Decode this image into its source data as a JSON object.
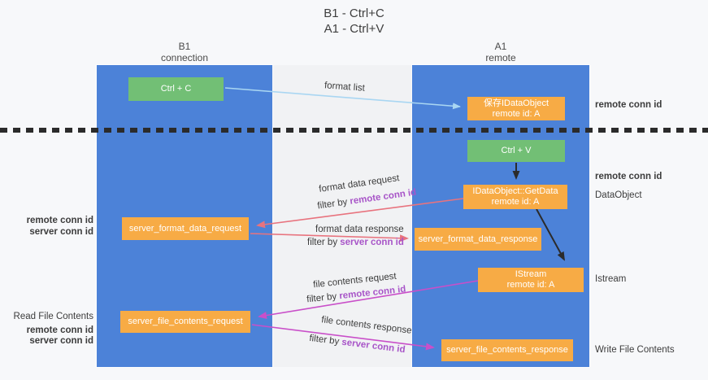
{
  "title": {
    "line1": "B1 - Ctrl+C",
    "line2": "A1 - Ctrl+V"
  },
  "columns": {
    "left": {
      "header_line1": "B1",
      "header_line2": "connection"
    },
    "right": {
      "header_line1": "A1",
      "header_line2": "remote"
    }
  },
  "nodes": {
    "ctrl_c": {
      "label": "Ctrl + C"
    },
    "ctrl_v": {
      "label": "Ctrl + V"
    },
    "save_dataobject": {
      "line1": "保存IDataObject",
      "line2": "remote id: A"
    },
    "getdata": {
      "line1": "IDataObject::GetData",
      "line2": "remote id: A"
    },
    "istream": {
      "line1": "IStream",
      "line2": "remote id: A"
    },
    "format_request": {
      "label": "server_format_data_request"
    },
    "format_response": {
      "label": "server_format_data_response"
    },
    "file_request": {
      "label": "server_file_contents_request"
    },
    "file_response": {
      "label": "server_file_contents_response"
    }
  },
  "flow": {
    "format_list": "format list",
    "format_request_label": "format data request",
    "format_request_filter_prefix": "filter by ",
    "format_request_filter_key": "remote conn id",
    "format_response_label": "format data response",
    "format_response_filter_prefix": "filter by ",
    "format_response_filter_key": "server conn id",
    "file_request_label": "file contents request",
    "file_request_filter_prefix": "filter by ",
    "file_request_filter_key": "remote conn id",
    "file_response_label": "file contents response",
    "file_response_filter_prefix": "filter by ",
    "file_response_filter_key": "server conn id"
  },
  "side_labels": {
    "right_remote_conn_top": "remote conn id",
    "right_remote_conn_mid": "remote conn id",
    "right_dataobject": "DataObject",
    "right_istream": "Istream",
    "right_write_file": "Write File Contents",
    "left_remote_conn_mid": "remote conn id",
    "left_server_conn_mid": "server conn id",
    "left_read_file": "Read File Contents",
    "left_remote_conn_bottom": "remote conn id",
    "left_server_conn_bottom": "server conn id"
  },
  "colors": {
    "column_blue": "#4c82d8",
    "box_orange": "#f7ab45",
    "box_green": "#72bf75",
    "arrow_lightblue": "#a9d6f2",
    "arrow_salmon": "#e8737e",
    "arrow_magenta": "#c94fc9",
    "arrow_black": "#2b2b2b",
    "label_purple": "#a855c8",
    "label_green": "#62ba66",
    "background": "#f7f8fa"
  }
}
